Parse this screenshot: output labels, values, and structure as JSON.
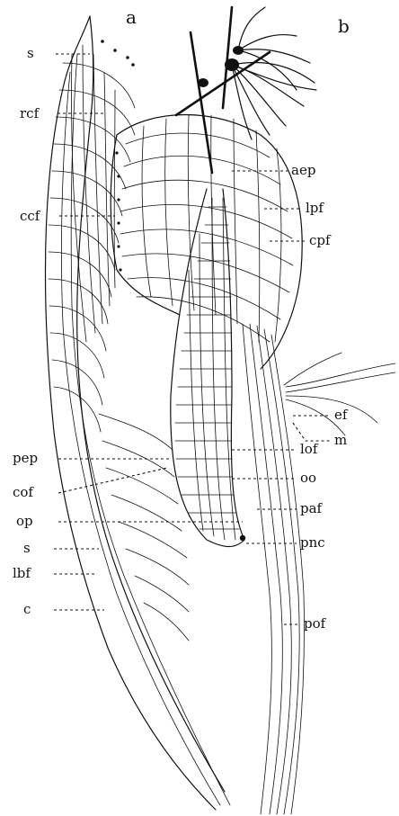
{
  "figure": {
    "panel_labels": {
      "a": "a",
      "b": "b"
    },
    "labels_left": {
      "s_top": "s",
      "rcf": "rcf",
      "ccf": "ccf",
      "pep": "pep",
      "cof": "cof",
      "op": "op",
      "s_bottom": "s",
      "lbf": "lbf",
      "c": "c"
    },
    "labels_right": {
      "aep": "aep",
      "lpf": "lpf",
      "cpf": "cpf",
      "ef": "ef",
      "m": "m",
      "lof": "lof",
      "oo": "oo",
      "paf": "paf",
      "pnc": "pnc",
      "pof": "pof"
    }
  }
}
